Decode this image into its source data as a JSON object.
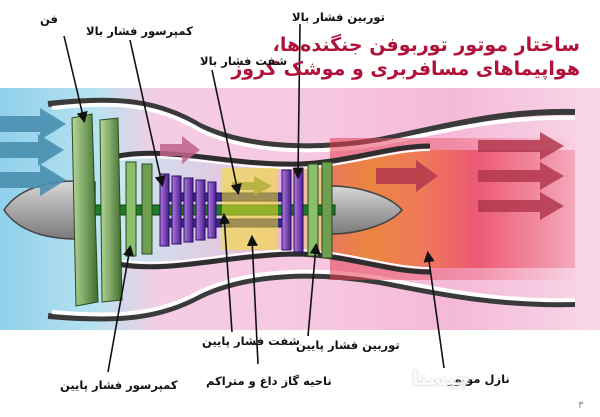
{
  "title": {
    "line1": "ساختار موتور توربوفن جنگنده‌ها،",
    "line2": "هواپیماهای مسافربری و موشک کروز"
  },
  "labels": {
    "fan": "فن",
    "hp_compressor": "کمپرسور فشار بالا",
    "hp_turbine": "توربین فشار بالا",
    "hp_shaft": "شفت فشار بالا",
    "lp_shaft": "شفت فشار پایین",
    "lp_compressor": "کمپرسور فشار پایین",
    "lp_turbine": "توربین فشار پایین",
    "combustor": "ناحیه گاز داغ و متراکم",
    "nozzle": "نازل موتور"
  },
  "watermark": {
    "logo": "چیستا",
    "corner": "۳"
  },
  "colors": {
    "title": "#b0123a",
    "cold_air": "#9fd3ec",
    "bypass": "#f7c8e2",
    "hot_gas": "#e23a4c",
    "fan_blades": "#7fae5c",
    "hp_blades": "#7a3fc0",
    "shaft_lp": "#1f7a2a",
    "shaft_hp": "#3a2a8a",
    "combustion": "#f2e02a"
  }
}
